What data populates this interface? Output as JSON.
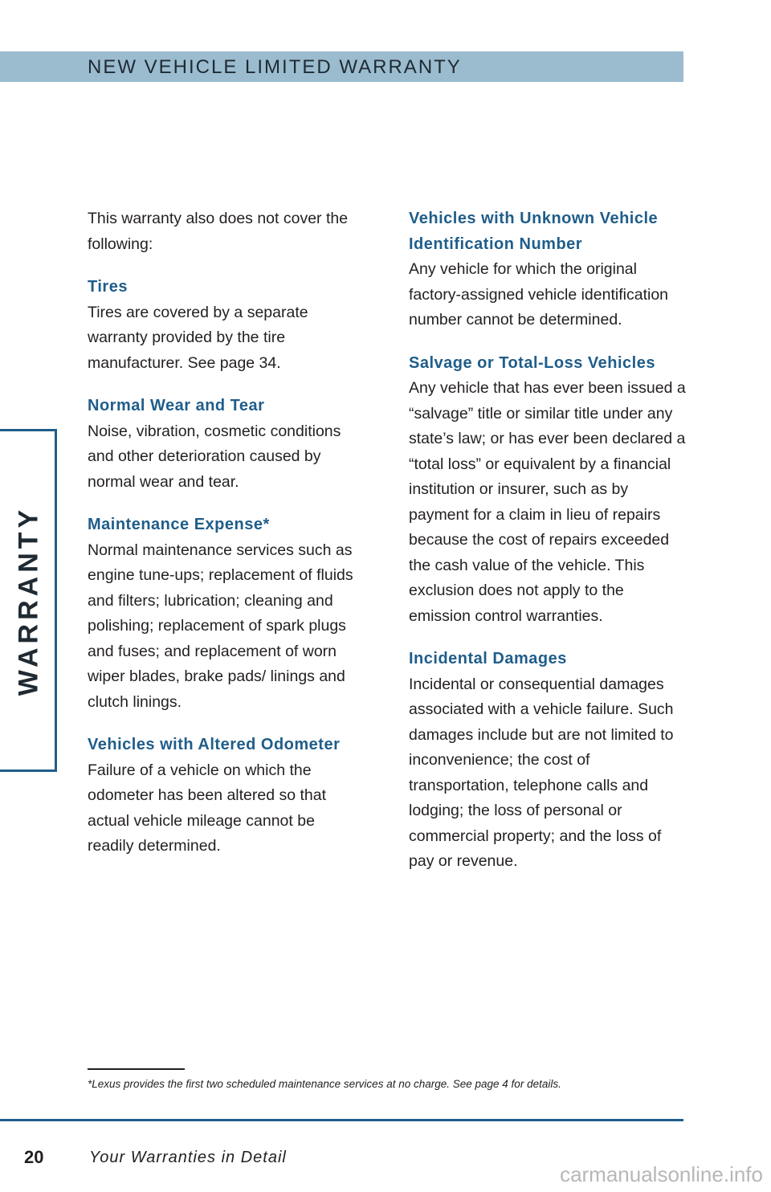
{
  "header": {
    "title": "NEW VEHICLE LIMITED WARRANTY"
  },
  "side_tab": {
    "label": "WARRANTY"
  },
  "left_column": {
    "intro": "This warranty also does not cover the following:",
    "sections": [
      {
        "heading": "Tires",
        "body": "Tires are covered by a separate warranty provided by the tire manufacturer. See page 34."
      },
      {
        "heading": "Normal Wear and Tear",
        "body": "Noise, vibration, cosmetic conditions and other deterioration caused by normal wear and tear."
      },
      {
        "heading": "Maintenance Expense*",
        "body": "Normal maintenance services such as engine tune-ups; replacement of fluids and filters; lubrication; cleaning and polishing; replacement of spark plugs and fuses; and replacement of worn wiper blades, brake pads/ linings and clutch linings."
      },
      {
        "heading": "Vehicles with Altered Odometer",
        "body": "Failure of a vehicle on which the odometer has been altered so that actual vehicle mileage cannot be readily determined."
      }
    ]
  },
  "right_column": {
    "sections": [
      {
        "heading": "Vehicles with Unknown Vehicle Identification Number",
        "body": "Any vehicle for which the original factory-assigned vehicle identification number cannot be determined."
      },
      {
        "heading": "Salvage or Total-Loss Vehicles",
        "body": "Any vehicle that has ever been issued a “salvage” title or similar title under any state’s law; or has ever been declared a “total loss” or equivalent by a financial institution or insurer, such as by payment for a claim in lieu of repairs because the cost of repairs exceeded the cash value of the vehicle. This exclusion does not apply to the emission control warranties."
      },
      {
        "heading": "Incidental Damages",
        "body": "Incidental or consequential damages associated with a vehicle failure. Such damages include but are not limited to inconvenience; the cost of transportation, telephone calls and lodging; the loss of personal or commercial property; and the loss of pay or revenue."
      }
    ]
  },
  "footnote": "*Lexus provides the first two scheduled maintenance services at no charge. See page 4 for details.",
  "footer": {
    "page_number": "20",
    "title": "Your Warranties in Detail"
  },
  "watermark": "carmanualsonline.info",
  "colors": {
    "header_band": "#9bbccf",
    "heading_blue": "#1f5d8a",
    "body_text": "#231f20"
  }
}
